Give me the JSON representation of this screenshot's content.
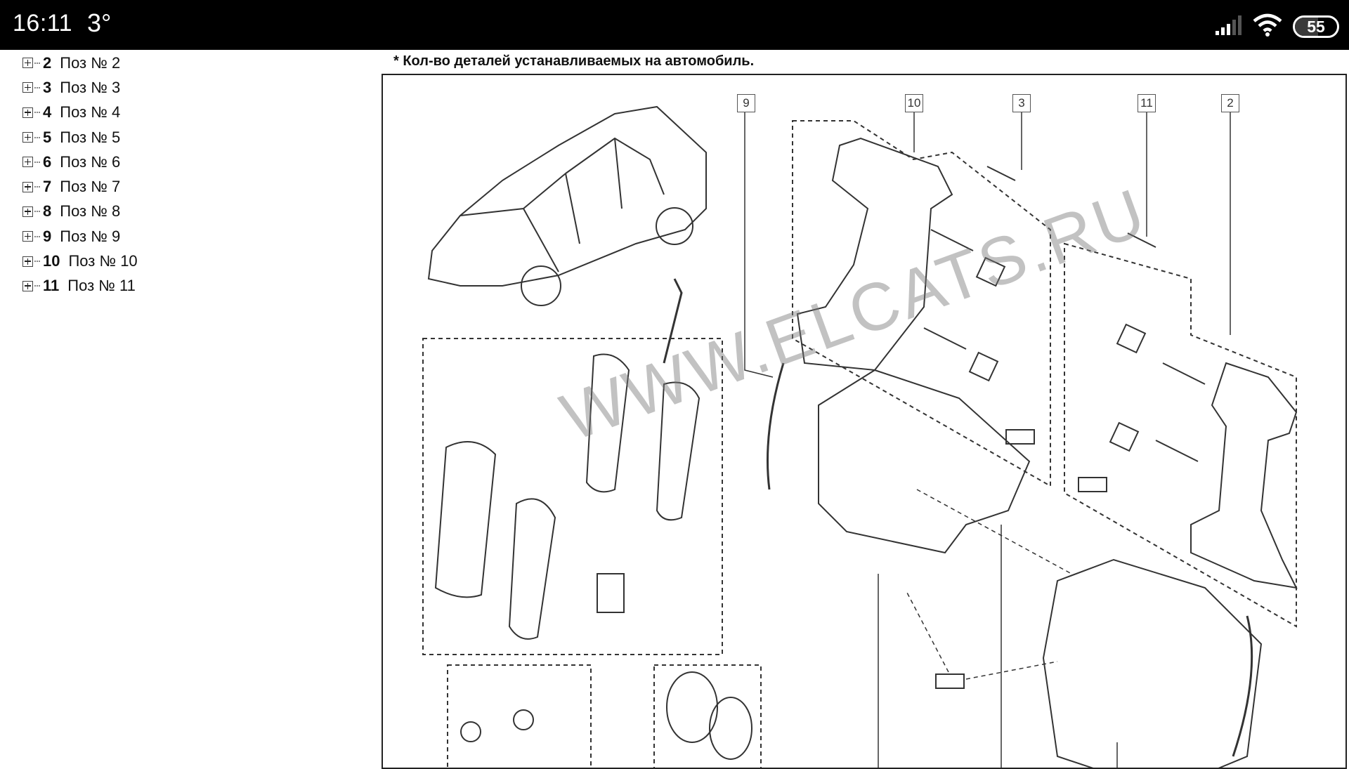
{
  "status_bar": {
    "time": "16:11",
    "temperature": "3°",
    "battery": "55",
    "battery_level_percent": 55,
    "icons": [
      "signal-icon",
      "wifi-icon",
      "battery-icon"
    ]
  },
  "tree": {
    "items": [
      {
        "num": "2",
        "label": "Поз № 2"
      },
      {
        "num": "3",
        "label": "Поз № 3"
      },
      {
        "num": "4",
        "label": "Поз № 4"
      },
      {
        "num": "5",
        "label": "Поз № 5"
      },
      {
        "num": "6",
        "label": "Поз № 6"
      },
      {
        "num": "7",
        "label": "Поз № 7"
      },
      {
        "num": "8",
        "label": "Поз № 8"
      },
      {
        "num": "9",
        "label": "Поз № 9"
      },
      {
        "num": "10",
        "label": "Поз № 10"
      },
      {
        "num": "11",
        "label": "Поз № 11"
      }
    ]
  },
  "diagram": {
    "note": "* Кол-во деталей устанавливаемых на автомобиль.",
    "callouts": [
      "9",
      "10",
      "3",
      "11",
      "2"
    ],
    "watermark": "WWW.ELCATS.RU"
  }
}
